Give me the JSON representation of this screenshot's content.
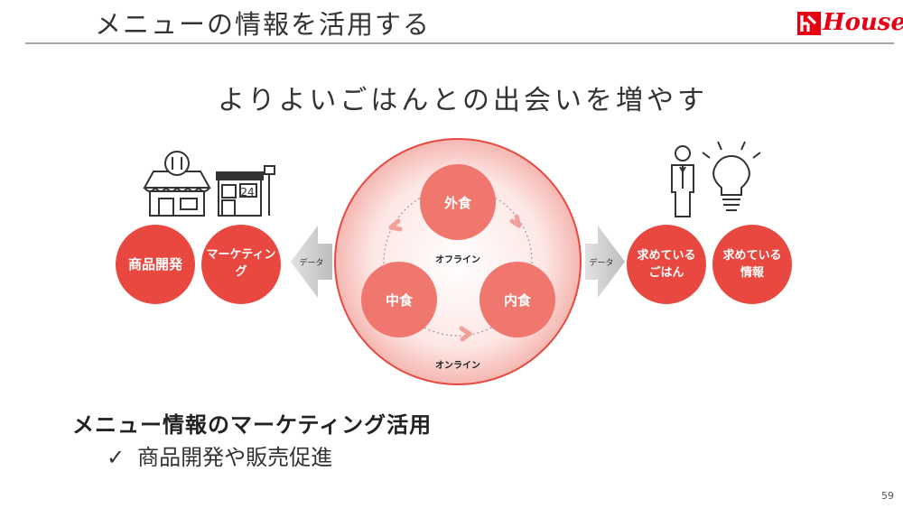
{
  "header": {
    "title": "メニューの情報を活用する",
    "logo_text": "House"
  },
  "subtitle": "よりよいごはんとの出会いを増やす",
  "diagram": {
    "left_circles": [
      "商品開発",
      "マーケティン",
      "グ"
    ],
    "right_circles": [
      "求めている",
      "ごはん",
      "求めている",
      "情報"
    ],
    "left_arrow_label": "データ",
    "right_arrow_label": "データ",
    "store_sign": "24",
    "cycle": {
      "top": "外食",
      "left": "中食",
      "right": "内食",
      "offline_label": "オフライン",
      "online_label": "オンライン"
    }
  },
  "bottom": {
    "heading": "メニュー情報のマーケティング活用",
    "bullet_mark": "✓",
    "bullet": "商品開発や販売促進"
  },
  "page_number": "59",
  "colors": {
    "accent": "#e8483f",
    "ring_light": "#f2a09a",
    "arrow_gray": "#c8c8c8",
    "brand_red": "#e60012"
  }
}
